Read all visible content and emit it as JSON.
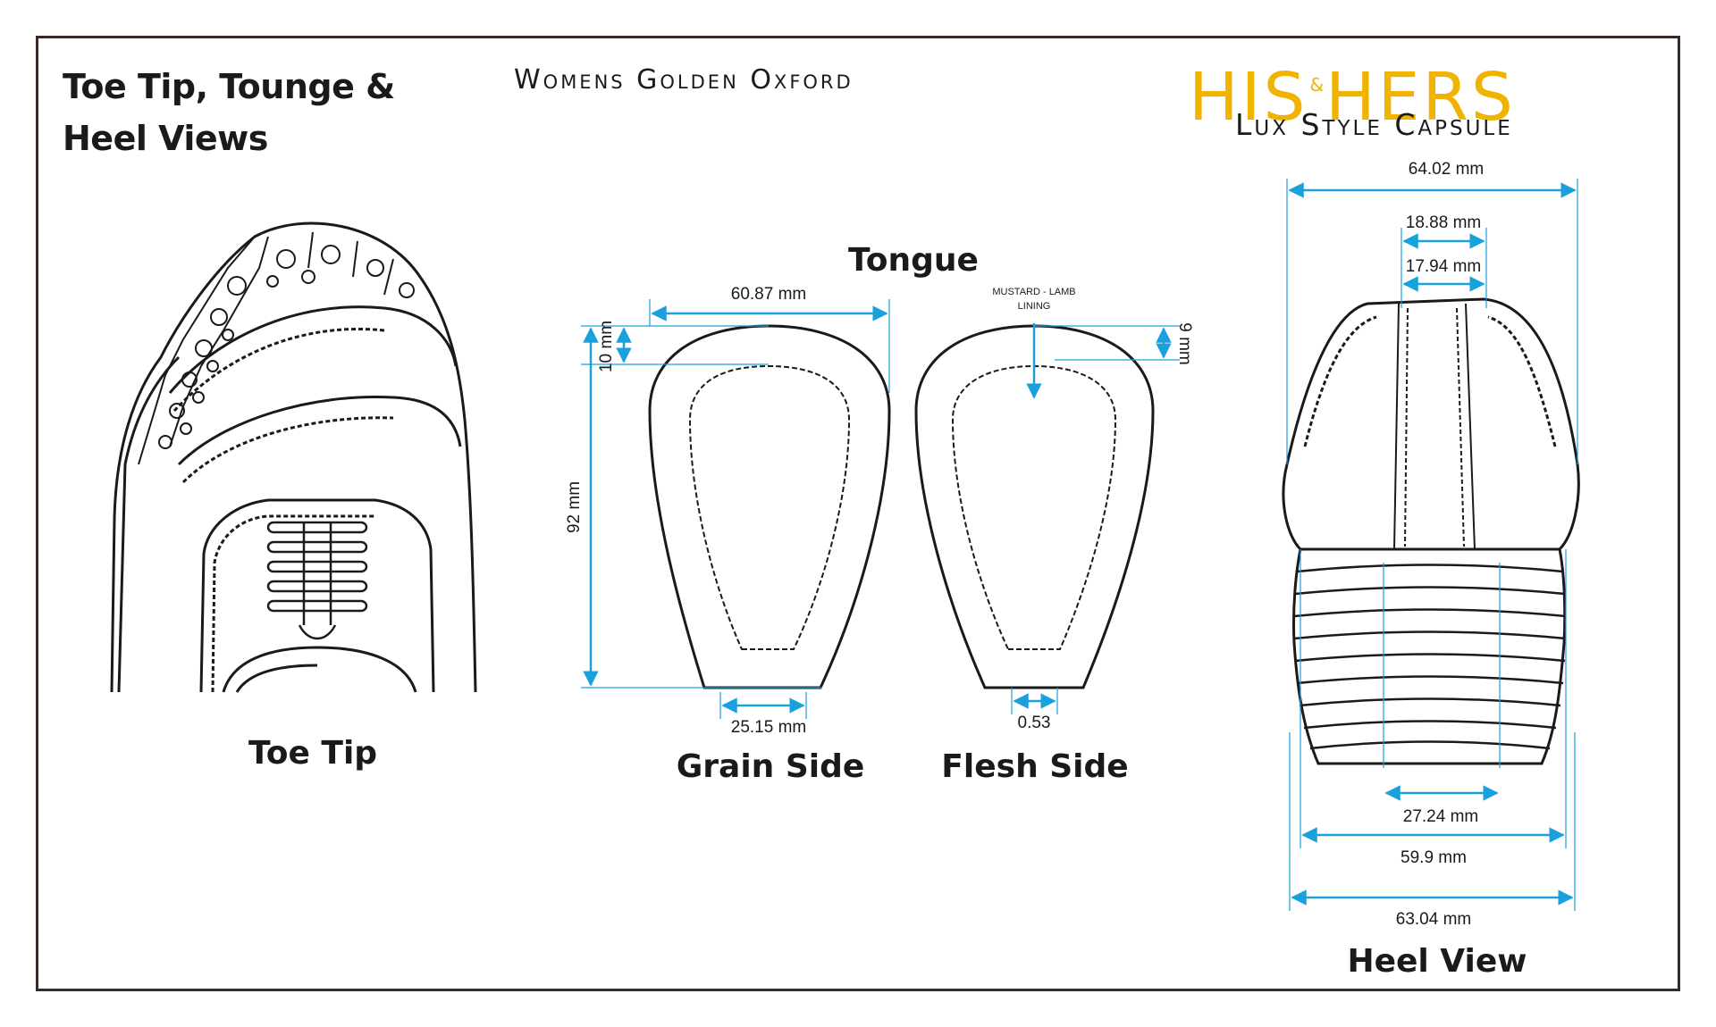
{
  "sheet_title_line1": "Toe Tip, Tounge &",
  "sheet_title_line2": "Heel Views",
  "product_title": "Womens Golden Oxford",
  "brand": {
    "his": "HIS",
    "amp": "&",
    "hers": "HERS",
    "tagline": "Lux Style Capsule",
    "color": "#f0b400"
  },
  "labels": {
    "toe_tip": "Toe Tip",
    "tongue": "Tongue",
    "grain_side": "Grain Side",
    "flesh_side": "Flesh Side",
    "heel_view": "Heel View"
  },
  "dimensions": {
    "tongue_width": "60.87 mm",
    "tongue_height": "92 mm",
    "tongue_top": "10 mm",
    "tongue_bottom": "25.15 mm",
    "flesh_top": "9 mm",
    "flesh_bottom": "0.53",
    "lining_note_1": "MUSTARD - LAMB",
    "lining_note_2": "LINING",
    "heel_top_width": "64.02 mm",
    "heel_seam_outer": "18.88 mm",
    "heel_seam_inner": "17.94 mm",
    "heel_base_inner": "27.24 mm",
    "heel_base_mid": "59.9 mm",
    "heel_base_width": "63.04 mm"
  },
  "colors": {
    "dimension_line": "#1aa0dc",
    "outline": "#1a1a1a",
    "frame": "#3a2a22"
  }
}
